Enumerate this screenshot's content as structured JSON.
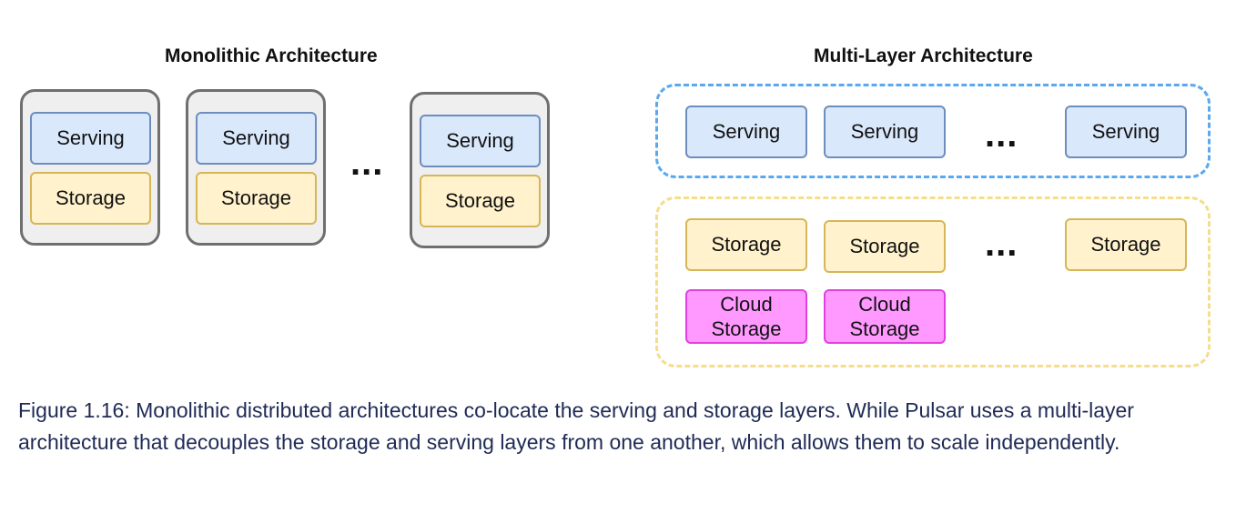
{
  "monolithic": {
    "title": "Monolithic Architecture",
    "nodes": [
      {
        "serving": "Serving",
        "storage": "Storage"
      },
      {
        "serving": "Serving",
        "storage": "Storage"
      },
      {
        "serving": "Serving",
        "storage": "Storage"
      }
    ],
    "ellipsis": "..."
  },
  "multilayer": {
    "title": "Multi-Layer Architecture",
    "serving_layer": [
      "Serving",
      "Serving",
      "Serving"
    ],
    "storage_layer": [
      "Storage",
      "Storage",
      "Storage"
    ],
    "cloud_storage": [
      "Cloud\nStorage",
      "Cloud\nStorage"
    ],
    "ellipsis": "..."
  },
  "caption": {
    "label": "Figure 1.16",
    "text": ": Monolithic distributed architectures co-locate the serving and storage layers. While Pulsar uses a multi-layer architecture that decouples the storage and serving layers from one another, which allows them to scale independently."
  },
  "colors": {
    "serving_fill": "#dae8fc",
    "serving_border": "#6c8ebf",
    "storage_fill": "#fff2cc",
    "storage_border": "#d6b656",
    "cloud_fill": "#ff99ff",
    "cloud_border": "#e040e0",
    "serving_group_border": "#5aa8f0",
    "storage_group_border": "#f7dc8c",
    "caption_text": "#1f2a55"
  }
}
